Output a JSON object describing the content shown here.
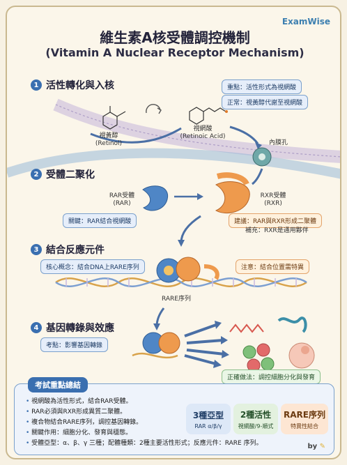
{
  "brand": "ExamWise",
  "title_zh": "維生素A核受體調控機制",
  "title_en": "(Vitamin A Nuclear Receptor Mechanism)",
  "sections": [
    {
      "num": "1",
      "title": "活性轉化與入核"
    },
    {
      "num": "2",
      "title": "受體二聚化"
    },
    {
      "num": "3",
      "title": "結合反應元件"
    },
    {
      "num": "4",
      "title": "基因轉錄與效應"
    }
  ],
  "s1": {
    "key_point": "重點：活性形式為視網酸",
    "normal": "正常：視黃醇代謝至視網酸",
    "retinol_zh": "視黃醇",
    "retinol_en": "(Retinol)",
    "ra_zh": "視網酸",
    "ra_en": "(Retinoic Acid)",
    "nuclear_pore": "內膜孔"
  },
  "s2": {
    "rar_zh": "RAR受體",
    "rar_en": "(RAR)",
    "rxr_zh": "RXR受體",
    "rxr_en": "(RXR)",
    "key": "關鍵：RAR結合視網酸",
    "suggest": "建議：RAR與RXR形成二聚體",
    "supplement": "補充：RXR是通用夥伴"
  },
  "s3": {
    "core": "核心概念：結合DNA上RARE序列",
    "note": "注意：結合位置需特異",
    "rare": "RARE序列"
  },
  "s4": {
    "exam": "考點：影響基因轉錄",
    "correct": "正確做法：調控細胞分化與發育"
  },
  "summary": {
    "title": "考試重點總結",
    "items": [
      "視網酸為活性形式，結合RAR受體。",
      "RAR必須與RXR形成異質二聚體。",
      "複合物結合RARE序列，調控基因轉錄。",
      "關鍵作用：細胞分化、發育與穩態。",
      "受體亞型：α、β、γ 三種；配體種類：2種主要活性形式；反應元件：RARE 序列。"
    ],
    "stats": [
      {
        "big": "3種亞型",
        "small": "RAR α/β/γ",
        "bg": "#dde8f7",
        "color": "#1f3d66"
      },
      {
        "big": "2種活性",
        "small": "視網酸/9-順式",
        "bg": "#e3f1df",
        "color": "#24502a"
      },
      {
        "big": "RARE序列",
        "small": "特異性結合",
        "bg": "#fde6d3",
        "color": "#6b3a10"
      }
    ],
    "by": "by"
  }
}
